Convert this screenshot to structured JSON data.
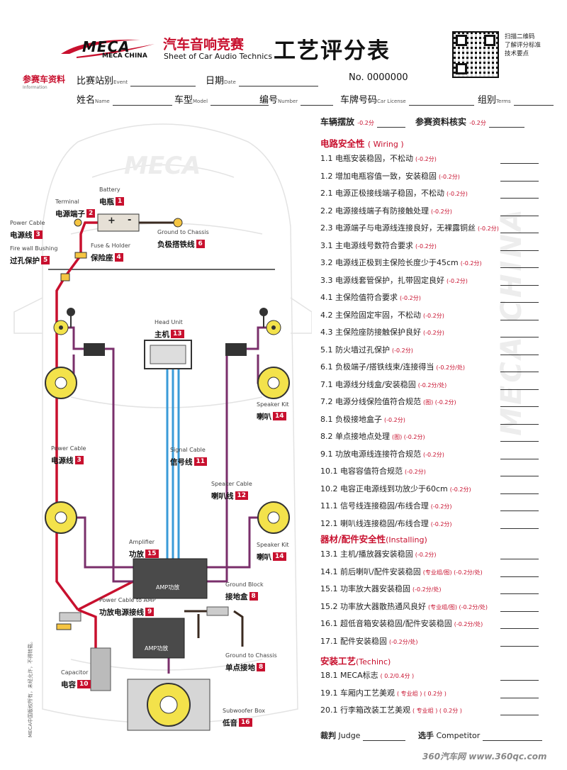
{
  "header": {
    "logo_text": "MECA",
    "logo_sub": "MECA CHINA",
    "title_cn_red": "汽车音响竞赛",
    "title_en": "Sheet of Car Audio Technics",
    "title_cn_big": "工艺评分表",
    "qr_text": [
      "扫描二维码",
      "了解评分标准",
      "技术要点"
    ]
  },
  "info": {
    "section_cn": "参赛车资料",
    "section_en": "Information",
    "event_cn": "比赛站别",
    "event_en": "Event",
    "date_cn": "日期",
    "date_en": "Date",
    "serial": "No. 0000000",
    "name_cn": "姓名",
    "name_en": "Name",
    "model_cn": "车型",
    "model_en": "Model",
    "number_cn": "编号",
    "number_en": "Number",
    "license_cn": "车牌号码",
    "license_en": "Car License",
    "terms_cn": "组别",
    "terms_en": "Terms"
  },
  "checks": {
    "parking": "车辆摆放",
    "parking_ded": "-0.2分",
    "verify": "参赛资料核实",
    "verify_ded": "-0.2分"
  },
  "sections": {
    "wiring_cn": "电路安全性",
    "wiring_en": "( Wiring )",
    "installing_cn": "器材/配件安全性",
    "installing_en": "(Installing)",
    "techinc_cn": "安装工艺",
    "techinc_en": "(Techinc)"
  },
  "wiring_items": [
    {
      "label": "1.1 电瓶安装稳固，不松动",
      "ded": "(-0.2分)"
    },
    {
      "label": "1.2 增加电瓶容值一致，安装稳固",
      "ded": "(-0.2分)"
    },
    {
      "label": "2.1 电源正极接线端子稳固，不松动",
      "ded": "(-0.2分)"
    },
    {
      "label": "2.2 电源接线端子有防接触处理",
      "ded": "(-0.2分)"
    },
    {
      "label": "2.3 电源端子与电源线连接良好，无裸露铜丝",
      "ded": "(-0.2分)"
    },
    {
      "label": "3.1 主电源线号数符合要求",
      "ded": "(-0.2分)"
    },
    {
      "label": "3.2 电源线正极到主保险长度少于45cm",
      "ded": "(-0.2分)"
    },
    {
      "label": "3.3 电源线套管保护，扎带固定良好",
      "ded": "(-0.2分)"
    },
    {
      "label": "4.1 主保险值符合要求",
      "ded": "(-0.2分)"
    },
    {
      "label": "4.2 主保险固定牢固，不松动",
      "ded": "(-0.2分)"
    },
    {
      "label": "4.3 主保险座防接触保护良好",
      "ded": "(-0.2分)"
    },
    {
      "label": "5.1 防火墙过孔保护",
      "ded": "(-0.2分)"
    },
    {
      "label": "6.1 负极端子/搭铁线束/连接得当",
      "ded": "(-0.2分/处)"
    },
    {
      "label": "7.1 电源线分线盒/安装稳固",
      "ded": "(-0.2分/处)"
    },
    {
      "label": "7.2 电源分线保险值符合规范",
      "ded": "(图) (-0.2分)"
    },
    {
      "label": "8.1 负极接地盒子",
      "ded": "(-0.2分)"
    },
    {
      "label": "8.2 单点接地点处理",
      "ded": "(图) (-0.2分)"
    },
    {
      "label": "9.1 功放电源线连接符合规范",
      "ded": "(-0.2分)"
    },
    {
      "label": "10.1 电容容值符合规范",
      "ded": "(-0.2分)"
    },
    {
      "label": "10.2 电容正电源线到功放少于60cm",
      "ded": "(-0.2分)"
    },
    {
      "label": "11.1 信号线连接稳固/布线合理",
      "ded": "(-0.2分)"
    },
    {
      "label": "12.1 喇叭线连接稳固/布线合理",
      "ded": "(-0.2分)"
    }
  ],
  "installing_items": [
    {
      "label": "13.1 主机/播放器安装稳固",
      "ded": "(-0.2分)"
    },
    {
      "label": "14.1 前后喇叭/配件安装稳固",
      "ded": "(专业组/图) (-0.2分/处)"
    },
    {
      "label": "15.1 功率放大器安装稳固",
      "ded": "(-0.2分/处)"
    },
    {
      "label": "15.2 功率放大器散热通风良好",
      "ded": "(专业组/图) (-0.2分/处)"
    },
    {
      "label": "16.1 超低音箱安装稳固/配件安装稳固",
      "ded": "(-0.2分/处)"
    },
    {
      "label": "17.1 配件安装稳固",
      "ded": "(-0.2分/处)"
    }
  ],
  "techinc_items": [
    {
      "label": "18.1 MECA标志",
      "ded": "( 0.2/0.4分 )"
    },
    {
      "label": "19.1 车厢内工艺美观",
      "ded": "( 专业组 ) ( 0.2分 )"
    },
    {
      "label": "20.1 行李箱改装工艺美观",
      "ded": "( 专业组 ) ( 0.2分 )"
    }
  ],
  "footer": {
    "judge_cn": "裁判",
    "judge_en": "Judge",
    "competitor_cn": "选手",
    "competitor_en": "Competitor",
    "watermark": "360汽车网 www.360qc.com",
    "side_note": "MECA中国版权所有，未经允许，不得转载。"
  },
  "diagram": {
    "battery": {
      "en": "Battery",
      "cn": "电瓶",
      "n": "1"
    },
    "terminal": {
      "en": "Terminal",
      "cn": "电源端子",
      "n": "2"
    },
    "power_cable": {
      "en": "Power Cable",
      "cn": "电源线",
      "n": "3"
    },
    "fuse": {
      "en": "Fuse & Holder",
      "cn": "保险座",
      "n": "4"
    },
    "firewall": {
      "en": "Fire wall Bushing",
      "cn": "过孔保护",
      "n": "5"
    },
    "ground_chassis": {
      "en": "Ground to Chassis",
      "cn": "负极搭铁线",
      "n": "6"
    },
    "head_unit": {
      "en": "Head Unit",
      "cn": "主机",
      "n": "13"
    },
    "speaker_kit": {
      "en": "Speaker Kit",
      "cn": "喇叭",
      "n": "14"
    },
    "power_cable2": {
      "en": "Power Cable",
      "cn": "电源线",
      "n": "3"
    },
    "signal_cable": {
      "en": "Signal Cable",
      "cn": "信号线",
      "n": "11"
    },
    "speaker_cable": {
      "en": "Speaker Cable",
      "cn": "喇叭线",
      "n": "12"
    },
    "amplifier": {
      "en": "Amplifier",
      "cn": "功放",
      "n": "15"
    },
    "speaker_kit2": {
      "en": "Speaker Kit",
      "cn": "喇叭",
      "n": "14"
    },
    "ground_block": {
      "en": "Ground Block",
      "cn": "接地盒",
      "n": "8"
    },
    "power_amp": {
      "en": "Power Cable to AMP",
      "cn": "功放电源接线",
      "n": "9"
    },
    "ground_chassis2": {
      "en": "Ground to Chassis",
      "cn": "单点接地",
      "n": "8"
    },
    "capacitor": {
      "en": "Capacitor",
      "cn": "电容",
      "n": "10"
    },
    "subwoofer": {
      "en": "Subwoofer Box",
      "cn": "低音",
      "n": "16"
    },
    "amp_label": "AMP功放",
    "battery_plus": "+",
    "battery_minus": "-"
  },
  "colors": {
    "accent": "#c8102e",
    "power": "#c8102e",
    "speaker": "#7a2f6b",
    "signal": "#3a9bd8",
    "ground": "#3a2a20"
  }
}
